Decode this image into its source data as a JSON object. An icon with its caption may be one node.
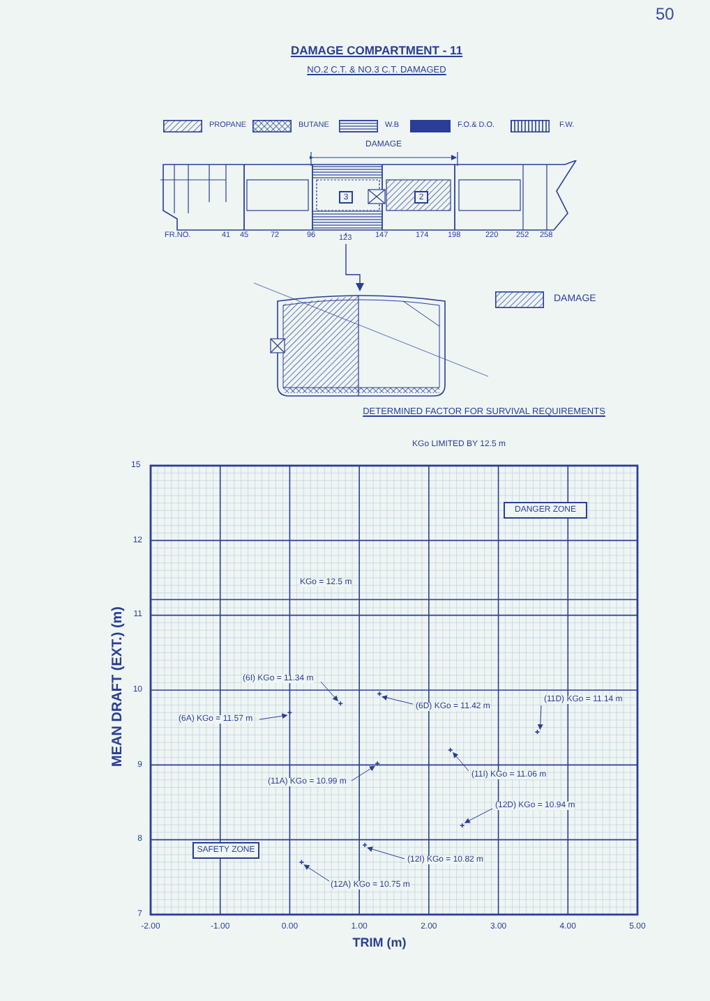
{
  "diagram": {
    "title": "DAMAGE COMPARTMENT - 11",
    "nodes": [
      {
        "text": [],
        "shape": "picture"
      },
      {
        "text": [
          "3"
        ],
        "in": 0
      },
      {
        "text": [
          "2"
        ],
        "in": 0
      },
      {
        "text": [],
        "shape": "picture"
      },
      {
        "text": [
          "DANGER ZONE"
        ]
      },
      {
        "text": [
          "SAFETY ZONE"
        ]
      }
    ],
    "edges": [
      {
        "from": 0,
        "to": 3,
        "arrow": "to"
      }
    ],
    "labels": [
      "50",
      "NO.2 C.T. & NO.3 C.T.  DAMAGED",
      "DAMAGE",
      "FR.NO.",
      "41",
      "45",
      "72",
      "96",
      "123",
      "147",
      "174",
      "198",
      "220",
      "252",
      "258",
      "DETERMINED FACTOR FOR SURVIVAL REQUIREMENTS",
      "KGo LIMITED BY 12.5 m",
      "15"
    ],
    "legend": [
      {
        "text": "PROPANE"
      },
      {
        "text": "BUTANE"
      },
      {
        "text": "W.B"
      },
      {
        "text": "F.O.& D.O.",
        "color": "#2b3d96"
      },
      {
        "text": "F.W."
      },
      {
        "text": "DAMAGE"
      }
    ],
    "chart_data": {
      "type": "scatter",
      "xlabel": "TRIM (m)",
      "ylabel": "MEAN DRAFT (EXT.) (m)",
      "x": [
        0.73,
        0.0,
        1.29,
        3.56,
        1.26,
        2.31,
        2.48,
        1.08,
        0.17
      ],
      "series": [
        {
          "color": "#2b3d96",
          "values": [
            9.82,
            9.7,
            9.95,
            9.44,
            9.02,
            9.2,
            8.19,
            7.93,
            7.7
          ]
        }
      ],
      "xlim": [
        -2,
        5
      ],
      "ylim": [
        7,
        13
      ],
      "grid": true,
      "xticks": [
        {
          "value": -2,
          "label": "-2.00"
        },
        {
          "value": -1,
          "label": "-1.00"
        },
        {
          "value": 0,
          "label": "0.00"
        },
        {
          "value": 1,
          "label": "1.00"
        },
        {
          "value": 2,
          "label": "2.00"
        },
        {
          "value": 3,
          "label": "3.00"
        },
        {
          "value": 4,
          "label": "4.00"
        },
        {
          "value": 5,
          "label": "5.00"
        }
      ],
      "yticks": [
        7,
        8,
        9,
        10,
        11,
        12
      ],
      "annotations": [
        "KGo = 12.5 m",
        {
          "text": "(6I) KGo = 11.34 m",
          "x": 0.73,
          "y": 9.82
        },
        {
          "text": "(6A) KGo = 11.57 m",
          "x": 0.0,
          "y": 9.7
        },
        {
          "text": "(6D) KGo = 11.42 m",
          "x": 1.29,
          "y": 9.95
        },
        {
          "text": "(11D) KGo = 11.14 m",
          "x": 3.56,
          "y": 9.44
        },
        {
          "text": "(11A) KGo = 10.99 m",
          "x": 1.26,
          "y": 9.02
        },
        {
          "text": "(11I) KGo = 11.06 m",
          "x": 2.31,
          "y": 9.2
        },
        {
          "text": "(12D) KGo = 10.94 m",
          "x": 2.48,
          "y": 8.19
        },
        {
          "text": "(12I) KGo = 10.82 m",
          "x": 1.08,
          "y": 7.93
        },
        {
          "text": "(12A) KGo = 10.75 m",
          "x": 0.17,
          "y": 7.7
        }
      ]
    }
  }
}
